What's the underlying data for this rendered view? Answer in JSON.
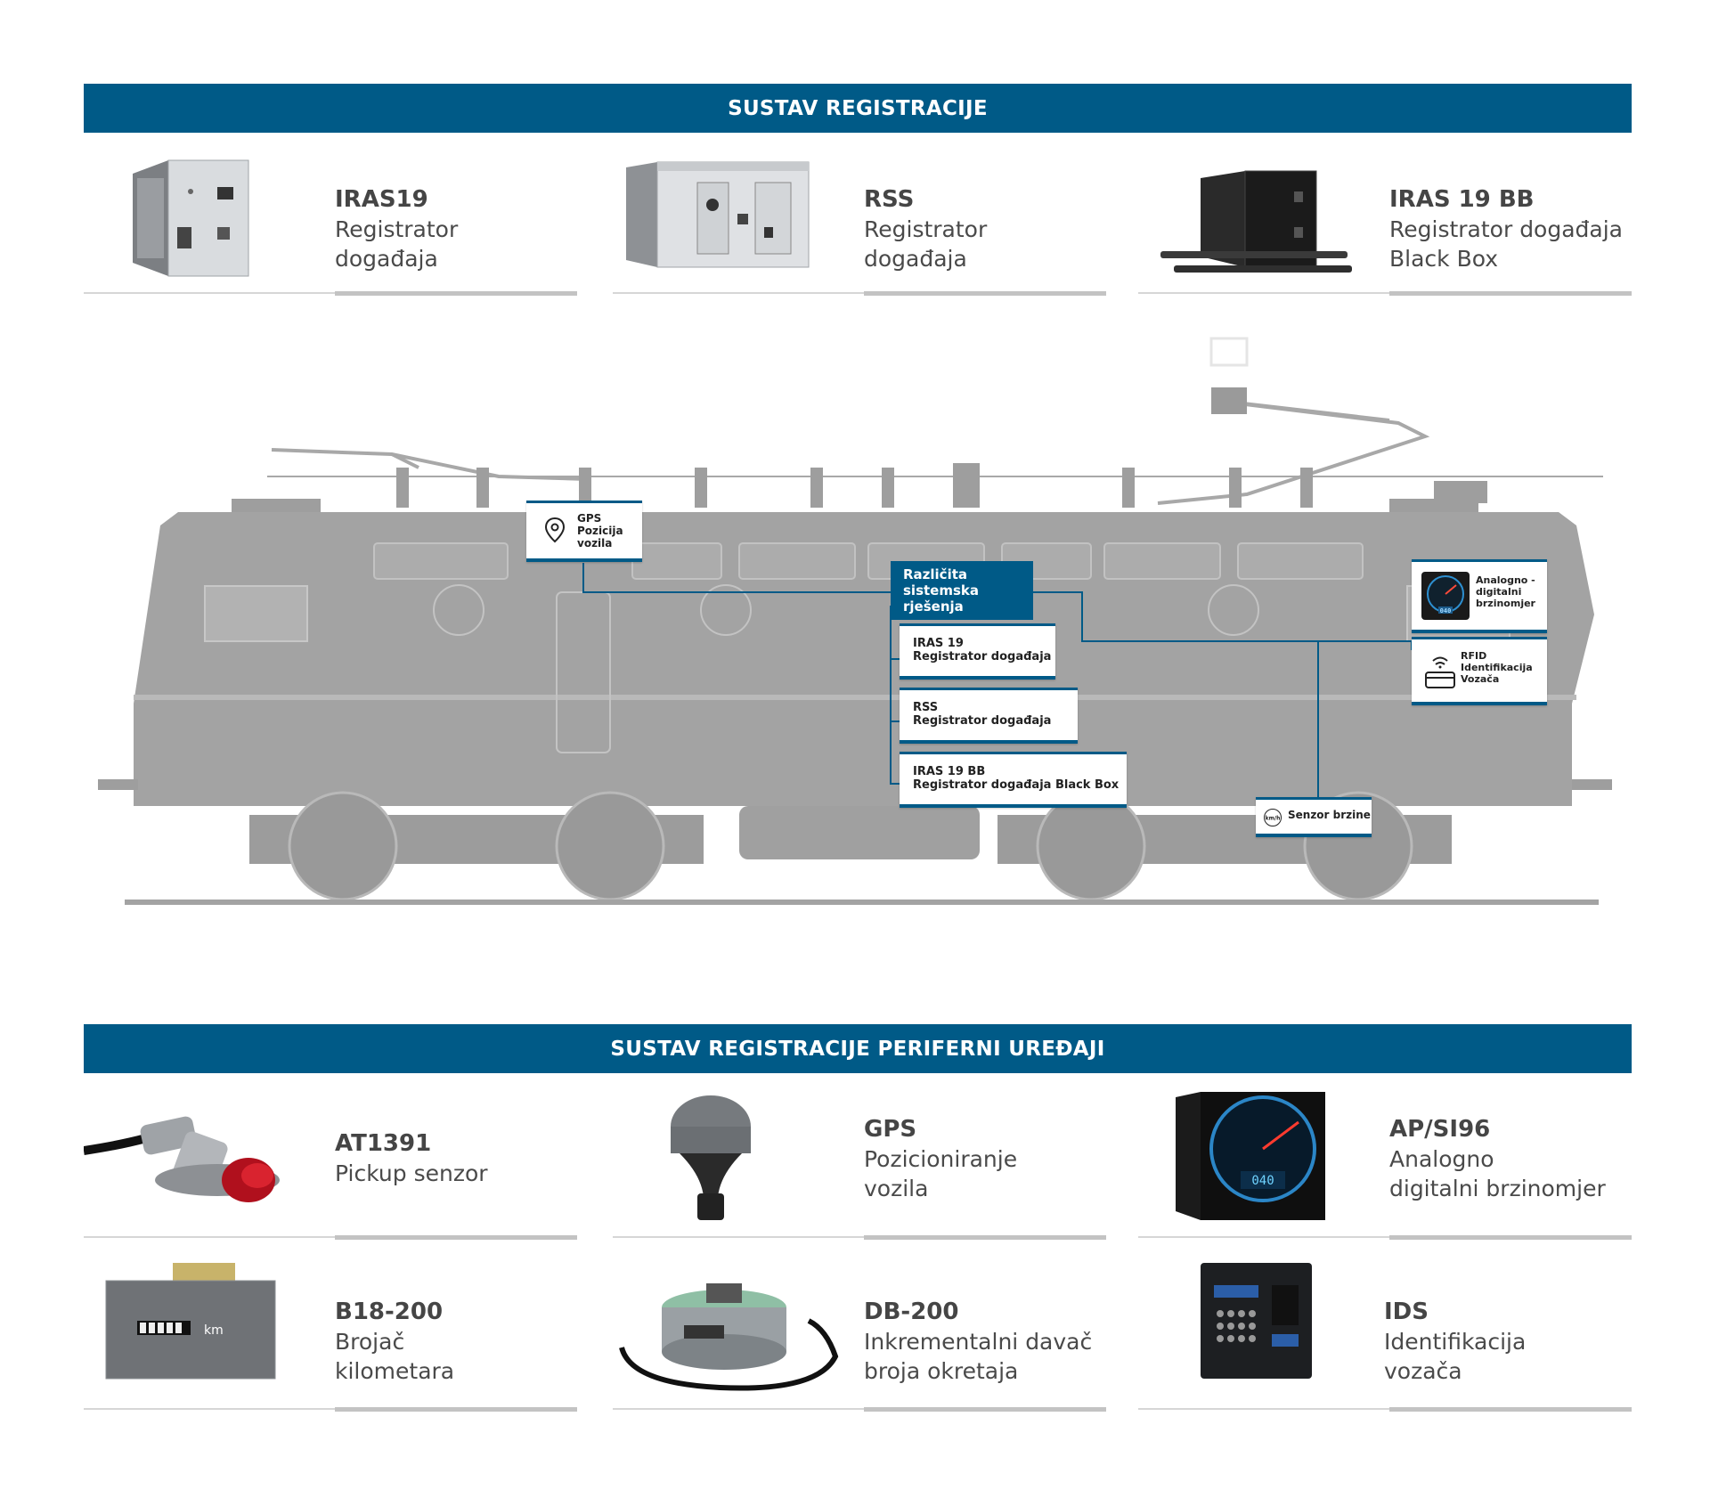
{
  "section1": {
    "title": "SUSTAV REGISTRACIJE",
    "items": [
      {
        "name": "IRAS19",
        "desc": "Registrator\ndogađaja"
      },
      {
        "name": "RSS",
        "desc": "Registrator\ndogađaja"
      },
      {
        "name": "IRAS 19 BB",
        "desc": "Registrator događaja\nBlack Box"
      }
    ]
  },
  "diagram": {
    "gps_label": "GPS\nPozicija\nvozila",
    "center_label": "Različita sistemska\nrješenja",
    "box1": "IRAS 19\nRegistrator događaja",
    "box2": "RSS\nRegistrator događaja",
    "box3": "IRAS 19 BB\nRegistrator događaja Black Box",
    "speedometer_label": "Analogno -\ndigitalni\nbrzinomjer",
    "rfid_label": "RFID\nIdentifikacija\nVozača",
    "speed_sensor_label": "Senzor brzine",
    "kmh_icon_text": "km/h",
    "speedo_digits": "040"
  },
  "section2": {
    "title": "SUSTAV REGISTRACIJE PERIFERNI UREĐAJI",
    "items": [
      {
        "name": "AT1391",
        "desc": "Pickup senzor"
      },
      {
        "name": "GPS",
        "desc": "Pozicioniranje\nvozila"
      },
      {
        "name": "AP/SI96",
        "desc": "Analogno\ndigitalni brzinomjer"
      },
      {
        "name": "B18-200",
        "desc": "Brojač\nkilometara"
      },
      {
        "name": "DB-200",
        "desc": "Inkrementalni davač\nbroja okretaja"
      },
      {
        "name": "IDS",
        "desc": "Identifikacija\nvozača"
      }
    ]
  },
  "colors": {
    "accent": "#005a87",
    "locomotive": "#a3a3a3"
  }
}
